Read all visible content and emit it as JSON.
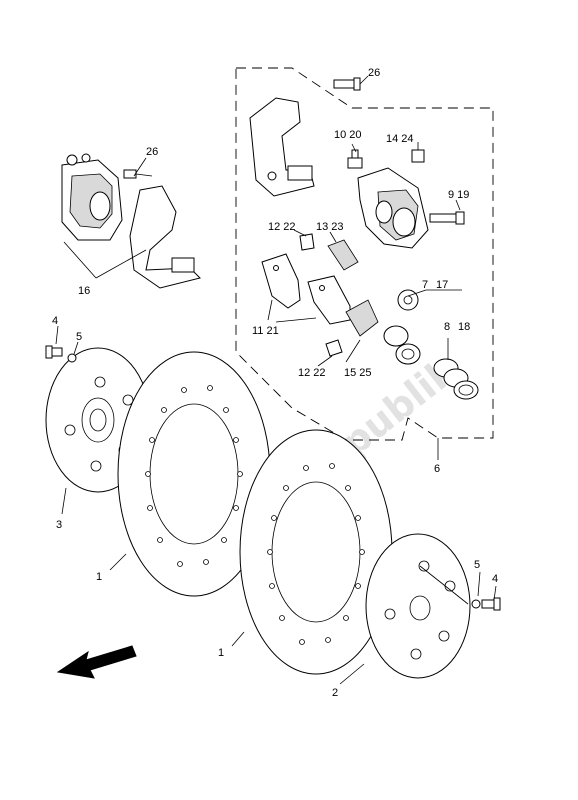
{
  "watermark": "PartsRepublik",
  "labels": {
    "l_26_top": "26",
    "l_26_left": "26",
    "l_10_20": "10 20",
    "l_14_24": "14 24",
    "l_9_19": "9 19",
    "l_12_22_top": "12 22",
    "l_13_23": "13 23",
    "l_16": "16",
    "l_11_21": "11 21",
    "l_7": "7",
    "l_17": "17",
    "l_8": "8",
    "l_18": "18",
    "l_12_22_bot": "12 22",
    "l_15_25": "15 25",
    "l_6": "6",
    "l_4_left": "4",
    "l_5_left": "5",
    "l_3": "3",
    "l_1_upper": "1",
    "l_1_lower": "1",
    "l_5_right": "5",
    "l_4_right": "4",
    "l_2": "2"
  },
  "icons": {
    "direction_arrow": "front-direction-arrow-icon"
  }
}
